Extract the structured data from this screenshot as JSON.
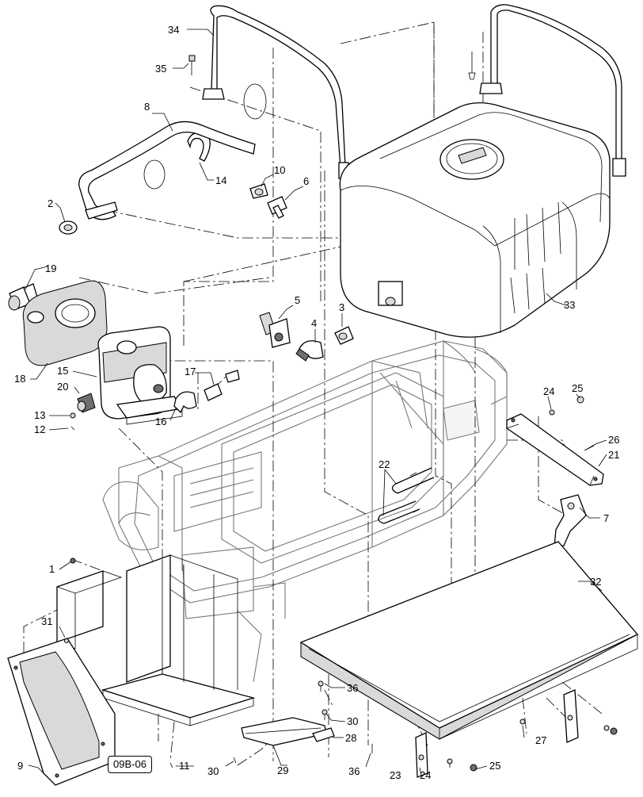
{
  "callouts": [
    {
      "id": "c1",
      "text": "1"
    },
    {
      "id": "c2",
      "text": "2"
    },
    {
      "id": "c3",
      "text": "3"
    },
    {
      "id": "c4",
      "text": "4"
    },
    {
      "id": "c5",
      "text": "5"
    },
    {
      "id": "c6",
      "text": "6"
    },
    {
      "id": "c7",
      "text": "7"
    },
    {
      "id": "c8",
      "text": "8"
    },
    {
      "id": "c9",
      "text": "9"
    },
    {
      "id": "c10",
      "text": "10"
    },
    {
      "id": "c11",
      "text": "11"
    },
    {
      "id": "c12",
      "text": "12"
    },
    {
      "id": "c13",
      "text": "13"
    },
    {
      "id": "c14",
      "text": "14"
    },
    {
      "id": "c15",
      "text": "15"
    },
    {
      "id": "c16",
      "text": "16"
    },
    {
      "id": "c17",
      "text": "17"
    },
    {
      "id": "c18",
      "text": "18"
    },
    {
      "id": "c19",
      "text": "19"
    },
    {
      "id": "c20",
      "text": "20"
    },
    {
      "id": "c21",
      "text": "21"
    },
    {
      "id": "c22",
      "text": "22"
    },
    {
      "id": "c23",
      "text": "23"
    },
    {
      "id": "c24a",
      "text": "24"
    },
    {
      "id": "c24b",
      "text": "24"
    },
    {
      "id": "c25a",
      "text": "25"
    },
    {
      "id": "c25b",
      "text": "25"
    },
    {
      "id": "c26",
      "text": "26"
    },
    {
      "id": "c27",
      "text": "27"
    },
    {
      "id": "c28",
      "text": "28"
    },
    {
      "id": "c29",
      "text": "29"
    },
    {
      "id": "c30a",
      "text": "30"
    },
    {
      "id": "c30b",
      "text": "30"
    },
    {
      "id": "c31",
      "text": "31"
    },
    {
      "id": "c32",
      "text": "32"
    },
    {
      "id": "c33",
      "text": "33"
    },
    {
      "id": "c34",
      "text": "34"
    },
    {
      "id": "c35",
      "text": "35"
    },
    {
      "id": "c36a",
      "text": "36"
    },
    {
      "id": "c36b",
      "text": "36"
    }
  ],
  "reference_box": "09B-06"
}
